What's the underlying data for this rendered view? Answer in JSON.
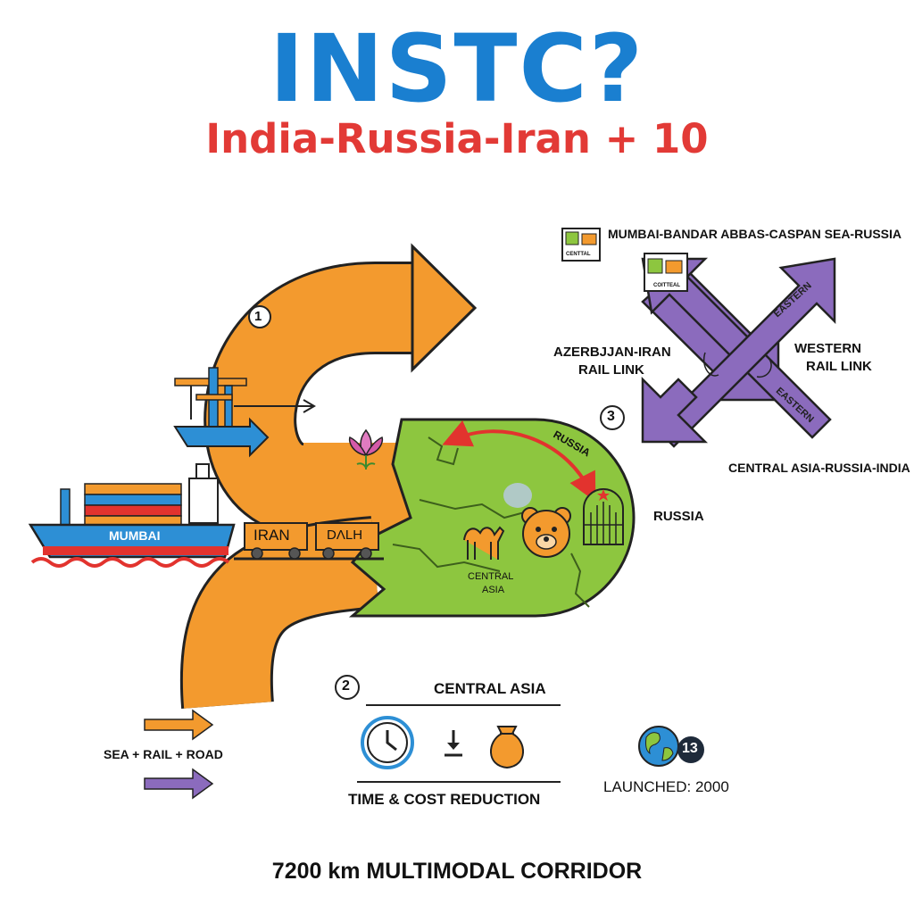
{
  "colors": {
    "title": "#1a7fd0",
    "subtitle": "#e23a36",
    "orange": "#f39a2e",
    "green": "#8dc63f",
    "purple": "#8b6bbd",
    "blue": "#2d8fd5",
    "red": "#e2332e"
  },
  "header": {
    "title": "INSTC?",
    "subtitle": "India-Russia-Iran + 10"
  },
  "routes": {
    "north_south": "MUMBAI-BANDAR ABBAS-CASPAN SEA-RUSSIA",
    "azerbaijan_line1": "AZERBJJAN-IRAN",
    "azerbaijan_line2": "RAIL LINK",
    "western_line1": "WESTERN",
    "western_line2": "RAIL LINK",
    "eastern_top": "EASTERN",
    "eastern_bottom": "EASTERN",
    "central_asia_route": "CENTRAL ASIA-RUSSIA-INDIA",
    "map_icon_label": "CENTTAL",
    "map_icon_label_2": "COITTEAL"
  },
  "map": {
    "russia_arc_label": "RUSSIA",
    "russia_side_label": "RUSSIA",
    "central_asia_line1": "CENTRAL",
    "central_asia_line2": "ASIA"
  },
  "transport": {
    "ship_label": "MUMBAI",
    "wagon1_label": "IRAN",
    "wagon2_label": "DΛLH"
  },
  "steps": {
    "step1": "1",
    "step2": "2",
    "step3": "3",
    "step2_heading": "CENTRAL ASIA",
    "benefit": "TIME & COST REDUCTION",
    "members_count": "13",
    "launched": "LAUNCHED: 2000"
  },
  "legend": {
    "modes": "SEA + RAIL + ROAD"
  },
  "footer": "7200 km MULTIMODAL CORRIDOR"
}
